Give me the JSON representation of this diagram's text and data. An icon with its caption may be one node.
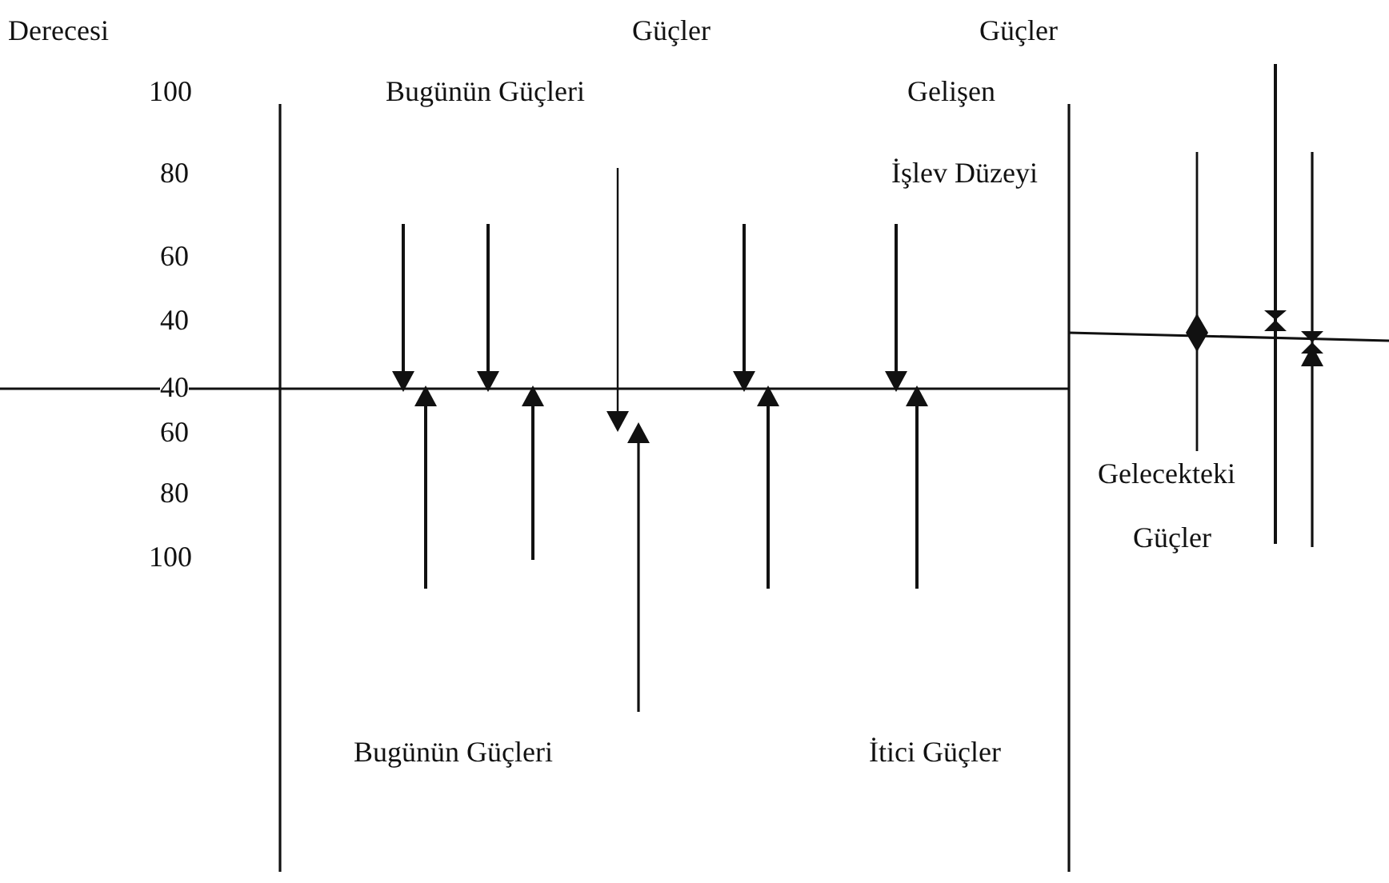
{
  "diagram": {
    "labels": [
      "Derecesi",
      "Güçler",
      "Güçler",
      "100",
      "Bugünün Güçleri",
      "Gelişen",
      "80",
      "İşlev Düzeyi",
      "60",
      "40",
      "40",
      "60",
      "Gelecekteki",
      "80",
      "Güçler",
      "100",
      "Bugünün Güçleri",
      "İtici Güçler"
    ]
  }
}
